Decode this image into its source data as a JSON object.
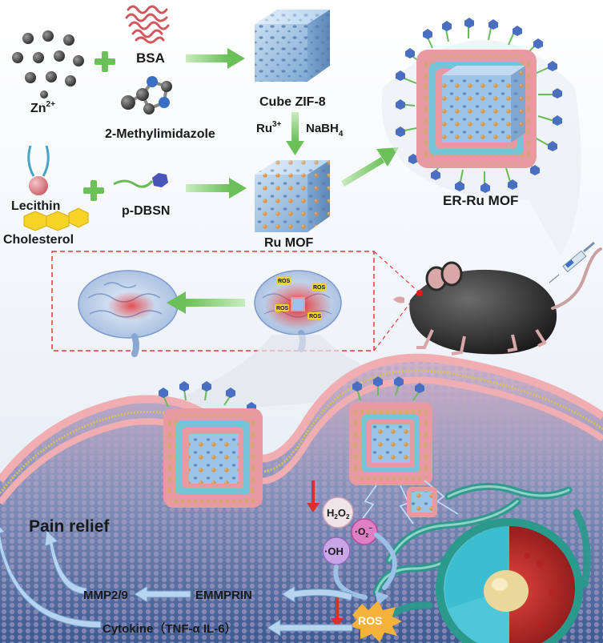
{
  "labels": {
    "zn": "Zn",
    "zn_sup": "2+",
    "bsa": "BSA",
    "methylimidazole": "2-Methylimidazole",
    "cube_zif8": "Cube ZIF-8",
    "ru": "Ru",
    "ru_sup": "3+",
    "nabh": "NaBH",
    "nabh_sub": "4",
    "lecithin": "Lecithin",
    "cholesterol": "Cholesterol",
    "pdbsn": "p-DBSN",
    "ru_mof": "Ru MOF",
    "er_ru_mof": "ER-Ru MOF",
    "ros": "ROS",
    "h2o2_h": "H",
    "h2o2_2a": "2",
    "h2o2_o": "O",
    "h2o2_2b": "2",
    "o2": "·O",
    "o2_sub": "2",
    "o2_sup": "−",
    "oh": "·OH",
    "ros_main": "ROS",
    "pain_relief": "Pain relief",
    "mmp": "MMP2/9",
    "emmprin": "EMMPRIN",
    "cytokine": "Cytokine（TNF-α  IL-6）"
  },
  "colors": {
    "arrow_green": "#7cc96b",
    "arrow_blue": "#a9c8e8",
    "membrane": "#e9a0a6",
    "mof_blue": "#a9cbe8",
    "ru_particle": "#e0913f",
    "red_arrow": "#d9302c",
    "dashed_box": "#e23b3b"
  }
}
